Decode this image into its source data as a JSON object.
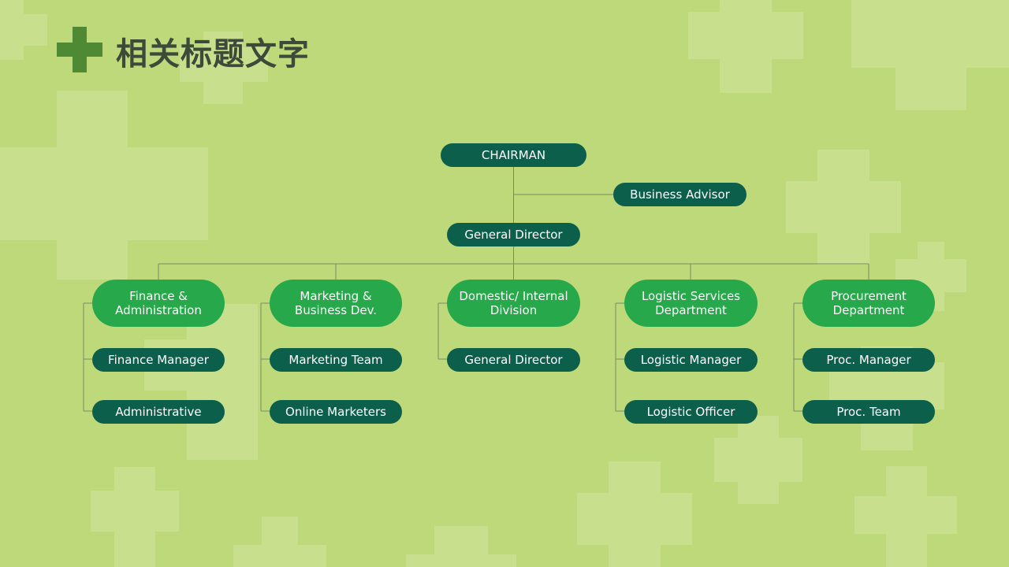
{
  "title": "相关标题文字",
  "colors": {
    "background": "#bdd97a",
    "dark_node": "#0c5f4a",
    "light_node": "#27a84a",
    "accent": "#4e8a34"
  },
  "chart": {
    "chairman": "CHAIRMAN",
    "advisor": "Business Advisor",
    "director": "General Director",
    "departments": [
      {
        "name": "Finance &\nAdministration",
        "members": [
          "Finance Manager",
          "Administrative"
        ]
      },
      {
        "name": "Marketing &\nBusiness Dev.",
        "members": [
          "Marketing Team",
          "Online Marketers"
        ]
      },
      {
        "name": "Domestic/ Internal\nDivision",
        "members": [
          "General Director"
        ]
      },
      {
        "name": "Logistic Services\nDepartment",
        "members": [
          "Logistic Manager",
          "Logistic Officer"
        ]
      },
      {
        "name": "Procurement\nDepartment",
        "members": [
          "Proc. Manager",
          "Proc. Team"
        ]
      }
    ]
  }
}
